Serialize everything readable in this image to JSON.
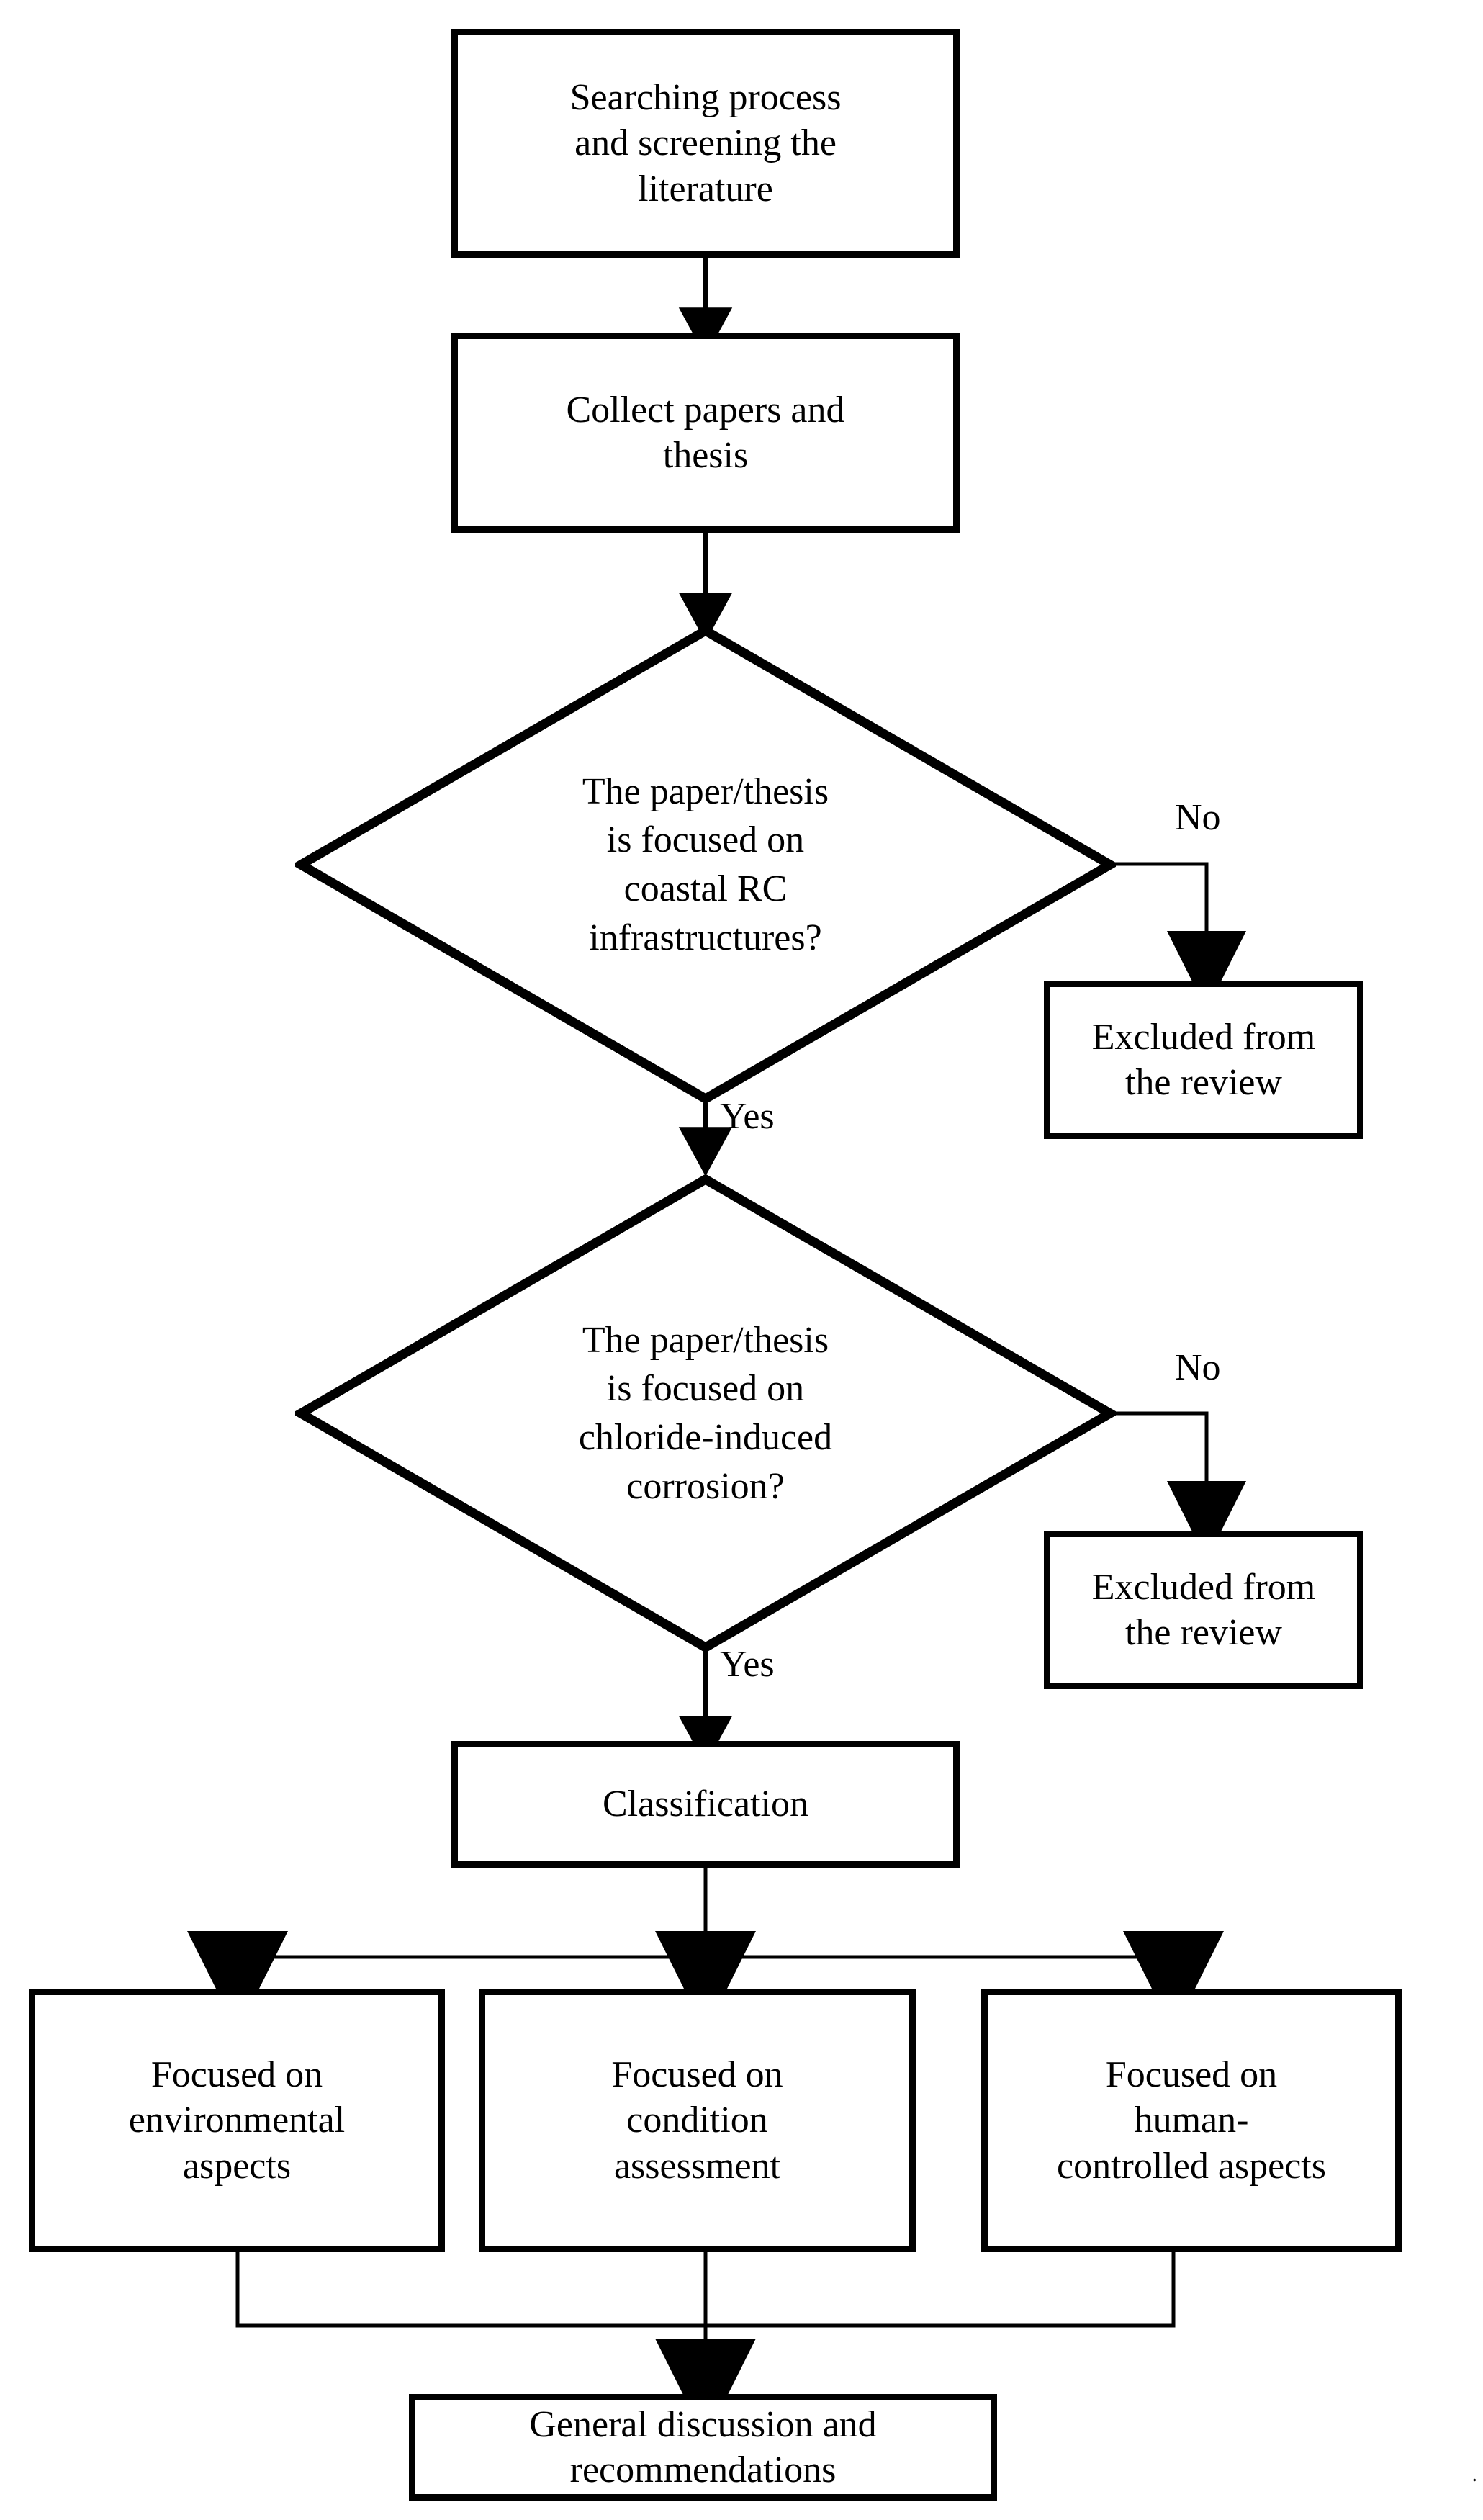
{
  "diagram": {
    "type": "flowchart",
    "orientation": "top-to-bottom",
    "nodes": {
      "search": {
        "id": "search",
        "shape": "process",
        "text": "Searching process\nand screening the\nliterature"
      },
      "collect": {
        "id": "collect",
        "shape": "process",
        "text": "Collect papers and\nthesis"
      },
      "decision_coastal": {
        "id": "decision_coastal",
        "shape": "decision",
        "text": "The paper/thesis\nis focused on\ncoastal RC\ninfrastructures?"
      },
      "excluded_1": {
        "id": "excluded_1",
        "shape": "process",
        "text": "Excluded from\nthe review"
      },
      "decision_chloride": {
        "id": "decision_chloride",
        "shape": "decision",
        "text": "The paper/thesis\nis focused on\nchloride-induced\ncorrosion?"
      },
      "excluded_2": {
        "id": "excluded_2",
        "shape": "process",
        "text": "Excluded from\nthe review"
      },
      "classification": {
        "id": "classification",
        "shape": "process",
        "text": "Classification"
      },
      "branch_environmental": {
        "id": "branch_environmental",
        "shape": "process",
        "text": "Focused on\nenvironmental\naspects"
      },
      "branch_condition": {
        "id": "branch_condition",
        "shape": "process",
        "text": "Focused on\ncondition\nassessment"
      },
      "branch_human": {
        "id": "branch_human",
        "shape": "process",
        "text": "Focused on\nhuman-\ncontrolled aspects"
      },
      "general": {
        "id": "general",
        "shape": "process",
        "text": "General discussion and\nrecommendations"
      }
    },
    "edge_labels": {
      "coastal_no": "No",
      "coastal_yes": "Yes",
      "chloride_no": "No",
      "chloride_yes": "Yes"
    },
    "edges": [
      {
        "from": "search",
        "to": "collect",
        "label": ""
      },
      {
        "from": "collect",
        "to": "decision_coastal",
        "label": ""
      },
      {
        "from": "decision_coastal",
        "to": "excluded_1",
        "label": "No"
      },
      {
        "from": "decision_coastal",
        "to": "decision_chloride",
        "label": "Yes"
      },
      {
        "from": "decision_chloride",
        "to": "excluded_2",
        "label": "No"
      },
      {
        "from": "decision_chloride",
        "to": "classification",
        "label": "Yes"
      },
      {
        "from": "classification",
        "to": "branch_environmental",
        "label": ""
      },
      {
        "from": "classification",
        "to": "branch_condition",
        "label": ""
      },
      {
        "from": "classification",
        "to": "branch_human",
        "label": ""
      },
      {
        "from": "branch_environmental",
        "to": "general",
        "label": ""
      },
      {
        "from": "branch_condition",
        "to": "general",
        "label": ""
      },
      {
        "from": "branch_human",
        "to": "general",
        "label": ""
      }
    ],
    "style": {
      "stroke_color": "#000000",
      "fill_color": "#ffffff",
      "text_color": "#000000"
    },
    "footnote_mark": "."
  }
}
